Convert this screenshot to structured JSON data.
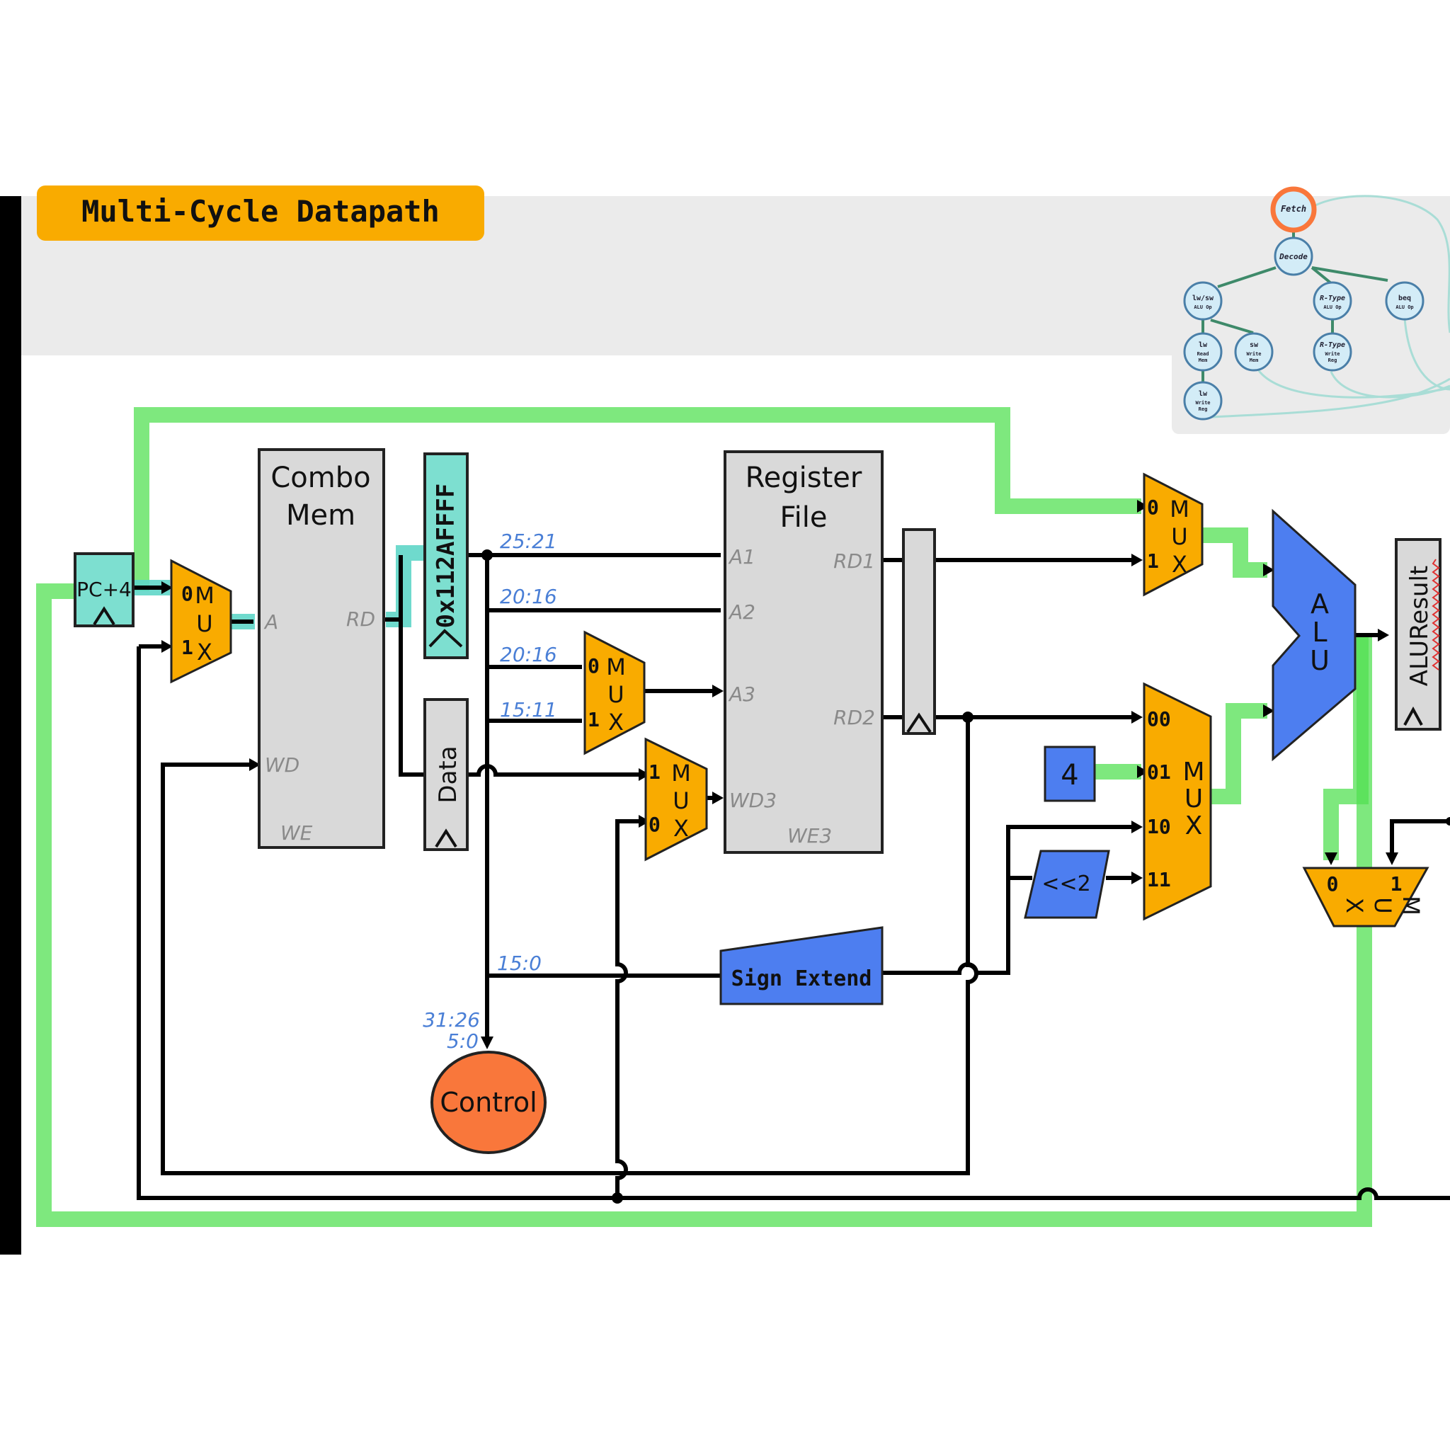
{
  "title": "Multi-Cycle Datapath",
  "colors": {
    "mux": "#f9ab00",
    "alu": "#4d7ef0",
    "register_teal": "#7ddfd0",
    "control": "#f9773b",
    "memory": "#d9d9d9",
    "active_path": "#53e053"
  },
  "fsm": {
    "fetch": "Fetch",
    "decode": "Decode",
    "lw_sw": "lw/sw",
    "lw_sw_sub": "ALU Op",
    "rtype": "R-Type",
    "rtype_sub": "ALU Op",
    "beq": "beq",
    "beq_sub": "ALU Op",
    "lw_read": "lw",
    "lw_read_sub1": "Read",
    "lw_read_sub2": "Mem",
    "sw_write": "sw",
    "sw_write_sub1": "Write",
    "sw_write_sub2": "Mem",
    "rtype_write": "R-Type",
    "rtype_write_sub1": "Write",
    "rtype_write_sub2": "Reg",
    "lw_write": "lw",
    "lw_write_sub1": "Write",
    "lw_write_sub2": "Reg"
  },
  "pc": {
    "label": "PC+4"
  },
  "mux_labels": {
    "m": "M",
    "u": "U",
    "x": "X"
  },
  "mux_pc": {
    "in0": "0",
    "in1": "1"
  },
  "memory": {
    "title1": "Combo",
    "title2": "Mem",
    "a": "A",
    "rd": "RD",
    "wd": "WD",
    "we": "WE"
  },
  "instr_reg": {
    "value": "0x112AFFFF"
  },
  "data_reg": {
    "label": "Data"
  },
  "bitfields": {
    "rs": "25:21",
    "rt": "20:16",
    "rt2": "20:16",
    "rd": "15:11",
    "imm": "15:0",
    "op": "31:26",
    "funct": "5:0"
  },
  "mux_a3": {
    "in0": "0",
    "in1": "1"
  },
  "mux_wd3": {
    "in1": "1",
    "in0": "0"
  },
  "regfile": {
    "title1": "Register",
    "title2": "File",
    "a1": "A1",
    "a2": "A2",
    "a3": "A3",
    "wd3": "WD3",
    "rd1": "RD1",
    "rd2": "RD2",
    "we3": "WE3"
  },
  "control": {
    "label": "Control"
  },
  "sign_extend": {
    "label": "Sign Extend"
  },
  "shift": {
    "label": "<<2"
  },
  "const4": {
    "label": "4"
  },
  "mux_srca": {
    "in0": "0",
    "in1": "1"
  },
  "mux_srcb": {
    "in00": "00",
    "in01": "01",
    "in10": "10",
    "in11": "11"
  },
  "alu": {
    "a": "A",
    "l": "L",
    "u": "U"
  },
  "alu_result": {
    "label": "ALUResult"
  },
  "mux_pcsrc": {
    "in0": "0",
    "in1": "1"
  }
}
